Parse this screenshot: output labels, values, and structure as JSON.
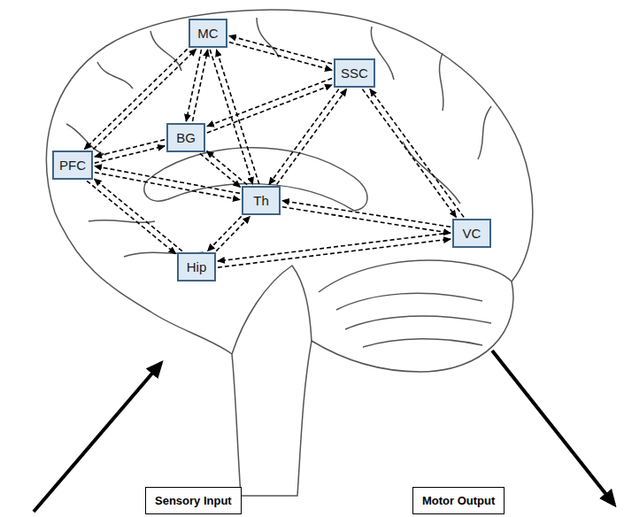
{
  "diagram": {
    "nodes": [
      {
        "text": [
          "MC"
        ]
      },
      {
        "text": [
          "SSC"
        ]
      },
      {
        "text": [
          "BG"
        ]
      },
      {
        "text": [
          "PFC"
        ]
      },
      {
        "text": [
          "Th"
        ]
      },
      {
        "text": [
          "VC"
        ]
      },
      {
        "text": [
          "Hip"
        ]
      },
      {
        "text": [
          "Sensory Input"
        ]
      },
      {
        "text": [
          "Motor Output"
        ]
      }
    ],
    "edges": [
      {
        "from": 0,
        "to": 1,
        "arrow": "to"
      },
      {
        "from": 1,
        "to": 0,
        "arrow": "to"
      },
      {
        "from": 0,
        "to": 3,
        "arrow": "to"
      },
      {
        "from": 3,
        "to": 0,
        "arrow": "to"
      },
      {
        "from": 0,
        "to": 2,
        "arrow": "to"
      },
      {
        "from": 2,
        "to": 0,
        "arrow": "to"
      },
      {
        "from": 0,
        "to": 4,
        "arrow": "to"
      },
      {
        "from": 4,
        "to": 0,
        "arrow": "to"
      },
      {
        "from": 1,
        "to": 2,
        "arrow": "to"
      },
      {
        "from": 2,
        "to": 1,
        "arrow": "to"
      },
      {
        "from": 1,
        "to": 4,
        "arrow": "to"
      },
      {
        "from": 4,
        "to": 1,
        "arrow": "to"
      },
      {
        "from": 1,
        "to": 5,
        "arrow": "to"
      },
      {
        "from": 5,
        "to": 1,
        "arrow": "to"
      },
      {
        "from": 2,
        "to": 3,
        "arrow": "to"
      },
      {
        "from": 3,
        "to": 2,
        "arrow": "to"
      },
      {
        "from": 2,
        "to": 4,
        "arrow": "to"
      },
      {
        "from": 4,
        "to": 2,
        "arrow": "to"
      },
      {
        "from": 3,
        "to": 4,
        "arrow": "to"
      },
      {
        "from": 4,
        "to": 3,
        "arrow": "to"
      },
      {
        "from": 3,
        "to": 6,
        "arrow": "to"
      },
      {
        "from": 6,
        "to": 3,
        "arrow": "to"
      },
      {
        "from": 4,
        "to": 5,
        "arrow": "to"
      },
      {
        "from": 5,
        "to": 4,
        "arrow": "to"
      },
      {
        "from": 4,
        "to": 6,
        "arrow": "to"
      },
      {
        "from": 6,
        "to": 4,
        "arrow": "to"
      },
      {
        "from": 6,
        "to": 5,
        "arrow": "to"
      },
      {
        "from": 5,
        "to": 6,
        "arrow": "to"
      }
    ]
  }
}
